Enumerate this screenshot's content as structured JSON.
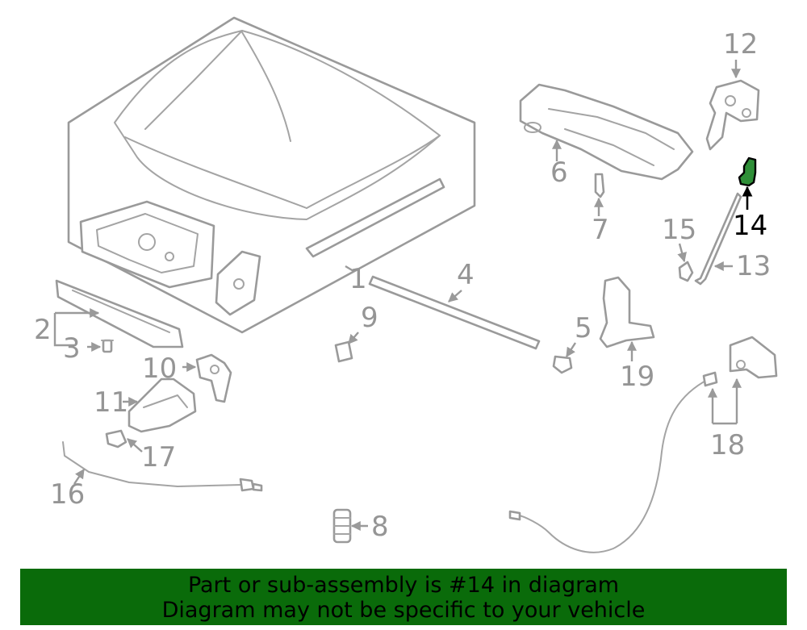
{
  "diagram": {
    "callouts": [
      "1",
      "2",
      "3",
      "4",
      "5",
      "6",
      "7",
      "8",
      "9",
      "10",
      "11",
      "12",
      "13",
      "14",
      "15",
      "16",
      "17",
      "18",
      "19"
    ],
    "highlighted": "14",
    "highlight_color": "#2f8f38"
  },
  "banner": {
    "line1": "Part or sub-assembly is #14 in diagram",
    "line2": "Diagram may not be specific to your vehicle",
    "background": "#0a6b0a"
  }
}
